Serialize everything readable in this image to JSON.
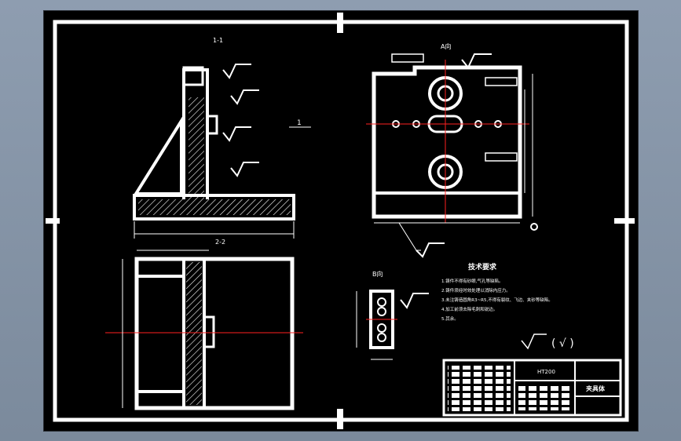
{
  "drawing": {
    "section_label_top": "1-1",
    "section_label_bottom": "2-2",
    "section_label_right": "A向",
    "section_label_small": "B向",
    "center_mark": "1"
  },
  "tech_requirements": {
    "title": "技术要求",
    "items": [
      "1.铸件不得有砂眼,气孔等缺陷。",
      "2.铸件须经时效处理以消除内应力。",
      "3.未注铸造圆角R3~R5,不得有裂纹、飞边、夹砂等缺陷。",
      "4.加工前须去除毛刺和锐边。",
      "5.其余。"
    ]
  },
  "title_block": {
    "material": "HT200",
    "part_name": "夹具体"
  },
  "roughness": {
    "symbol": "√",
    "paren_symbol": "( √ )"
  },
  "colors": {
    "line": "#ffffff",
    "center": "#ff2020",
    "background": "#000000",
    "frame_outer": "#7b8a9c"
  }
}
